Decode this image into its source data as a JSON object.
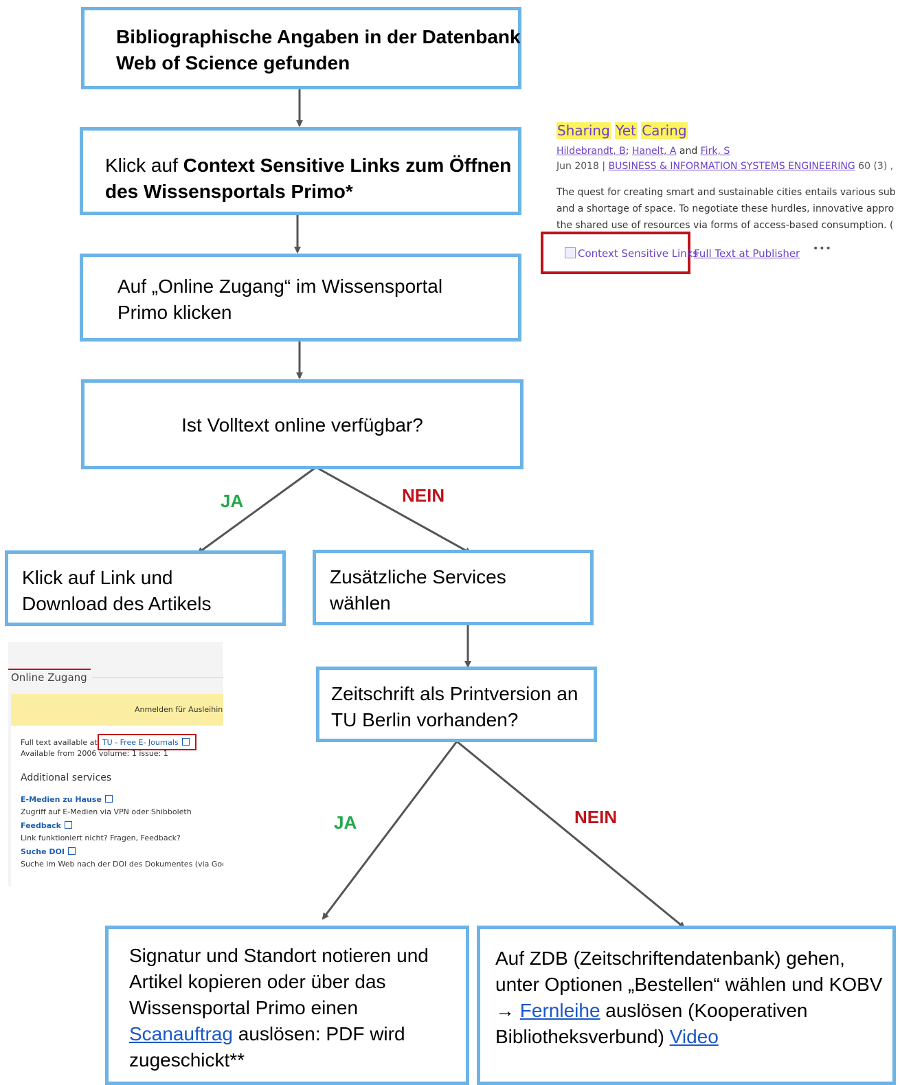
{
  "flow": {
    "box1": {
      "bold": "Bibliographische Angaben in der Datenbank Web of Science gefunden"
    },
    "box2": {
      "pre": "Klick auf ",
      "bold": "Context Sensitive Links zum Öffnen des Wissensportals Primo*"
    },
    "box3": {
      "text": "Auf „Online Zugang“ im Wissensportal Primo klicken"
    },
    "box4": {
      "text": "Ist Volltext online verfügbar?"
    },
    "box5": {
      "text": "Klick auf Link und Download des Artikels"
    },
    "box6": {
      "text": "Zusätzliche Services wählen"
    },
    "box7": {
      "text": "Zeitschrift als Printversion an TU Berlin vorhanden?"
    },
    "box8": {
      "pre": "Signatur und Standort notieren und Artikel kopieren oder über das Wissensportal Primo einen ",
      "link": "Scanauftrag",
      "post": " auslösen: PDF wird zugeschickt**"
    },
    "box9": {
      "pre": "Auf ZDB (Zeitschriftendatenbank) gehen, unter Optionen „Bestellen“ wählen und KOBV → ",
      "link1": "Fernleihe",
      "mid": " auslösen (Kooperativen Bibliotheksverbund) ",
      "link2": "Video"
    },
    "labels": {
      "ja1": "JA",
      "nein1": "NEIN",
      "ja2": "JA",
      "nein2": "NEIN"
    }
  },
  "wos": {
    "title_words": [
      "Sharing",
      "Yet",
      "Caring"
    ],
    "authors": [
      {
        "name": "Hildebrandt, B"
      },
      {
        "name": "Hanelt, A"
      },
      {
        "name": "Firk, S"
      }
    ],
    "author_sep": "; ",
    "author_and": " and ",
    "date": "Jun 2018 | ",
    "journal": "BUSINESS & INFORMATION SYSTEMS ENGINEERING",
    "issue": " 60 (3) ,",
    "abstract": [
      "The quest for creating smart and sustainable cities entails various sub",
      "and a shortage of space. To negotiate these hurdles, innovative appro",
      "the shared use of resources via forms of access-based consumption. ("
    ],
    "csl": "Context Sensitive Links",
    "fulltext": "Full Text at Publisher",
    "more": "•••"
  },
  "primo": {
    "tab": "Online Zugang",
    "login": "Anmelden für Ausleihinfo",
    "fulltext_label": "Full text available at: ",
    "fulltext_link": "TU - Free E- Journals",
    "available": "Available from 2006 volume: 1 issue: 1",
    "additional": "Additional services",
    "services": [
      {
        "link": "E-Medien zu Hause",
        "desc": "Zugriff auf E-Medien via VPN oder Shibboleth"
      },
      {
        "link": "Feedback",
        "desc": "Link funktioniert nicht? Fragen, Feedback?"
      },
      {
        "link": "Suche DOI",
        "desc": "Suche im Web nach der DOI des Dokumentes (via Google"
      }
    ]
  },
  "colors": {
    "box_border": "#6cb4e6",
    "ja": "#23a84a",
    "nein": "#c0121a",
    "link": "#1a57c9",
    "highlight": "#fdf35a"
  }
}
